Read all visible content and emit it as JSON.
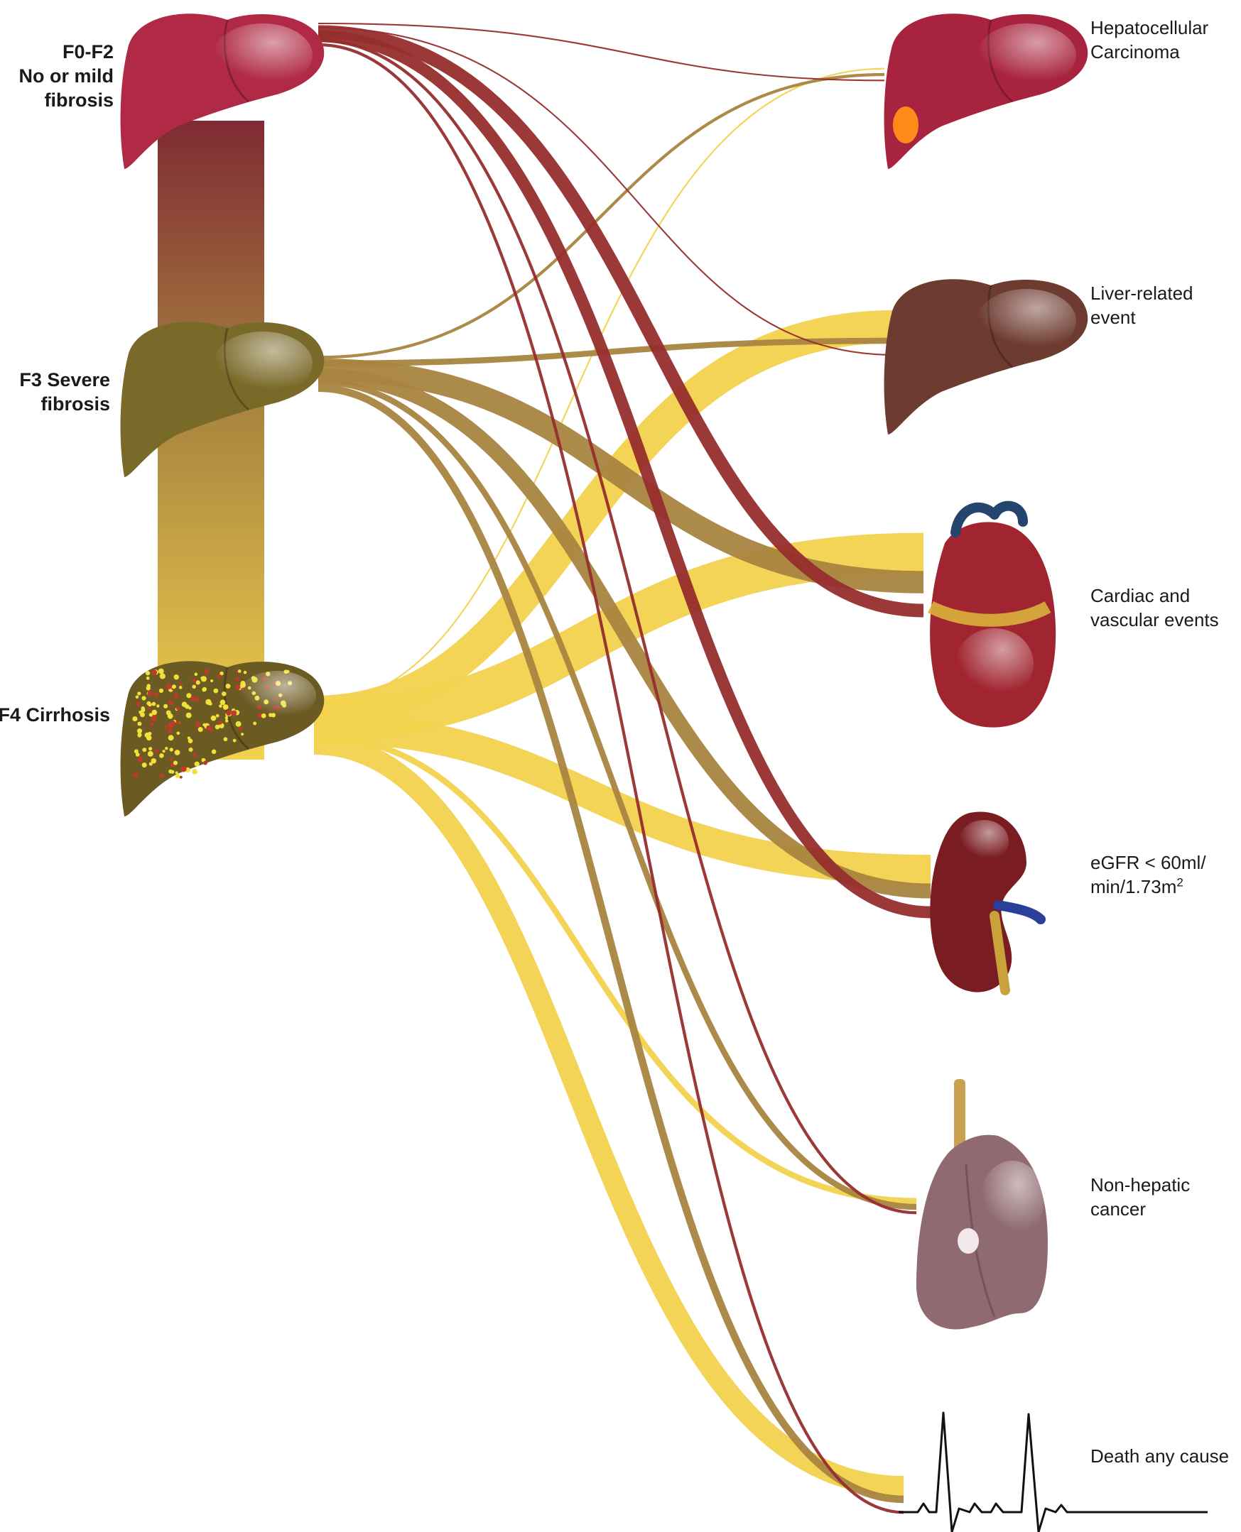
{
  "colors": {
    "f0f2": "#962d2d",
    "f3": "#a8843f",
    "f4": "#f2d24e",
    "f0f2_liver": "#b02a45",
    "f3_liver": "#7a6a2a",
    "f4_liver": "#6c5a23",
    "hcc_liver": "#a8243e",
    "lre_liver": "#6e3b30",
    "heart": "#a02530",
    "kidney": "#7a1d22",
    "lung": "#8f6a70",
    "ecg": "#111111"
  },
  "icons": {
    "f0f2": "liver-icon",
    "f3": "liver-icon",
    "f4": "cirrhotic-liver-icon",
    "hcc": "liver-tumor-icon",
    "lre": "liver-icon",
    "cve": "heart-icon",
    "egfr": "kidney-icon",
    "nhc": "lung-icon",
    "death": "ecg-trace-icon"
  },
  "stages": [
    {
      "id": "f0f2",
      "lines": [
        "F0-F2",
        "No or mild",
        "fibrosis"
      ]
    },
    {
      "id": "f3",
      "lines": [
        "F3 Severe",
        "fibrosis"
      ]
    },
    {
      "id": "f4",
      "lines": [
        "F4 Cirrhosis"
      ]
    }
  ],
  "outcomes": [
    {
      "id": "hcc",
      "lines": [
        "Hepatocellular",
        "Carcinoma"
      ]
    },
    {
      "id": "lre",
      "lines": [
        "Liver-related",
        "event"
      ]
    },
    {
      "id": "cve",
      "lines": [
        "Cardiac and",
        "vascular events"
      ]
    },
    {
      "id": "egfr",
      "lines": [
        "eGFR < 60ml/",
        "min/1.73m"
      ],
      "superscript": "2"
    },
    {
      "id": "nhc",
      "lines": [
        "Non-hepatic",
        "cancer"
      ]
    },
    {
      "id": "death",
      "lines": [
        "Death any cause"
      ]
    }
  ],
  "flows": [
    {
      "from": "f0f2",
      "to": "hcc",
      "weight": 1
    },
    {
      "from": "f0f2",
      "to": "lre",
      "weight": 1
    },
    {
      "from": "f0f2",
      "to": "cve",
      "weight": 9
    },
    {
      "from": "f0f2",
      "to": "egfr",
      "weight": 8
    },
    {
      "from": "f0f2",
      "to": "nhc",
      "weight": 2
    },
    {
      "from": "f0f2",
      "to": "death",
      "weight": 2
    },
    {
      "from": "f3",
      "to": "hcc",
      "weight": 2
    },
    {
      "from": "f3",
      "to": "lre",
      "weight": 4
    },
    {
      "from": "f3",
      "to": "cve",
      "weight": 15
    },
    {
      "from": "f3",
      "to": "egfr",
      "weight": 10
    },
    {
      "from": "f3",
      "to": "nhc",
      "weight": 4
    },
    {
      "from": "f3",
      "to": "death",
      "weight": 5
    },
    {
      "from": "f4",
      "to": "hcc",
      "weight": 1
    },
    {
      "from": "f4",
      "to": "lre",
      "weight": 22
    },
    {
      "from": "f4",
      "to": "cve",
      "weight": 28
    },
    {
      "from": "f4",
      "to": "egfr",
      "weight": 20
    },
    {
      "from": "f4",
      "to": "nhc",
      "weight": 4
    },
    {
      "from": "f4",
      "to": "death",
      "weight": 14
    }
  ]
}
